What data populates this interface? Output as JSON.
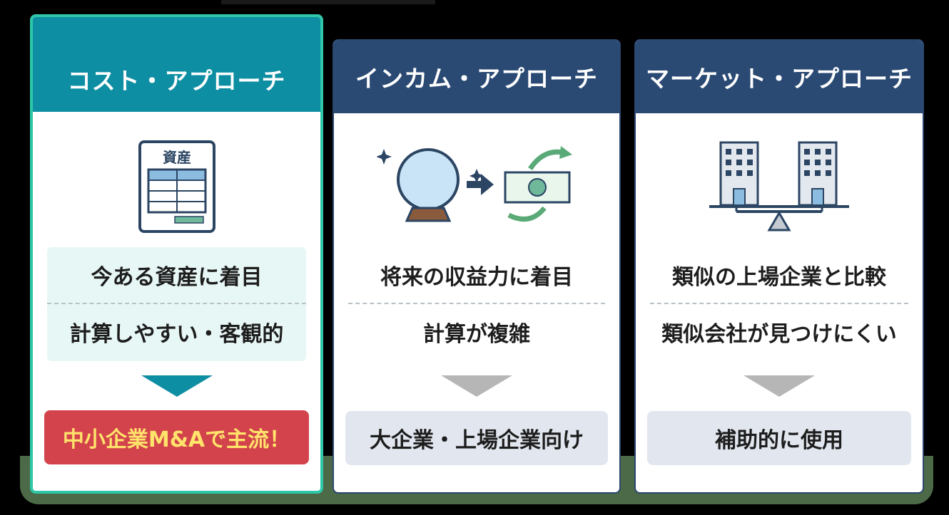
{
  "cards": [
    {
      "title": "コスト・アプローチ",
      "icon_label": "資産",
      "features": [
        "今ある資産に着目",
        "計算しやすい・客観的"
      ],
      "result": "中小企業M&Aで主流！"
    },
    {
      "title": "インカム・アプローチ",
      "features": [
        "将来の収益力に着目",
        "計算が複雑"
      ],
      "result": "大企業・上場企業向け"
    },
    {
      "title": "マーケット・アプローチ",
      "features": [
        "類似の上場企業と比較",
        "類似会社が見つけにくい"
      ],
      "result": "補助的に使用"
    }
  ],
  "colors": {
    "teal": "#0e8ea2",
    "navy": "#2a4a74",
    "red": "#d2434c",
    "yellow": "#ffe36b",
    "highlight_border": "#2fc7a9"
  }
}
